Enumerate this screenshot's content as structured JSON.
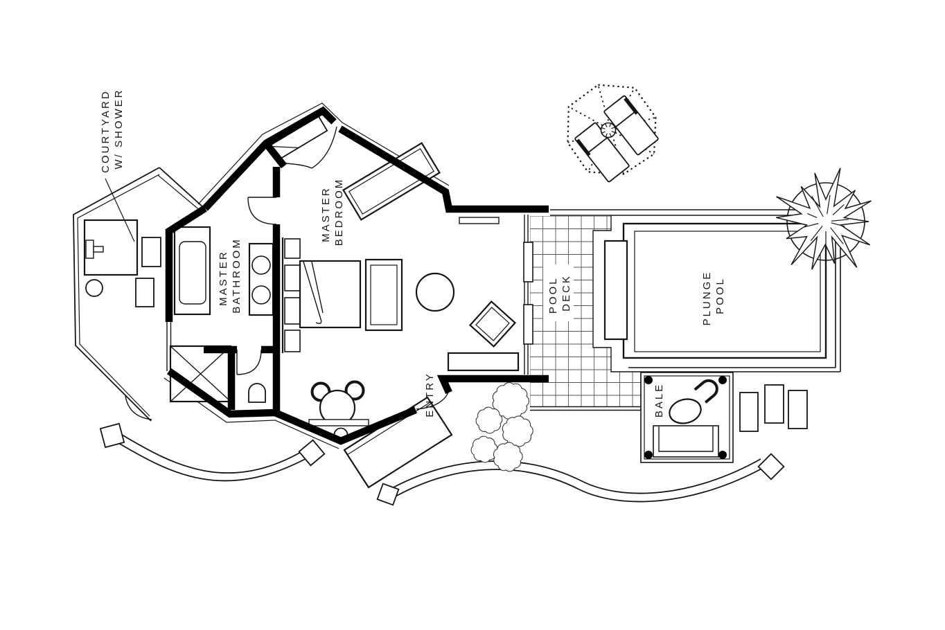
{
  "labels": {
    "courtyard": {
      "line1": "COURTYARD",
      "line2": "W/ SHOWER"
    },
    "master_bathroom": {
      "line1": "MASTER",
      "line2": "BATHROOM"
    },
    "master_bedroom": {
      "line1": "MASTER",
      "line2": "BEDROOM"
    },
    "pool_deck": {
      "line1": "POOL",
      "line2": "DECK"
    },
    "plunge_pool": {
      "line1": "PLUNGE",
      "line2": "POOL"
    },
    "entry": {
      "line1": "ENTRY"
    },
    "bale": {
      "line1": "BALE"
    }
  },
  "colors": {
    "ink": "#141414",
    "wall": "#000000",
    "tile_grid": "#555555",
    "background": "#ffffff"
  }
}
